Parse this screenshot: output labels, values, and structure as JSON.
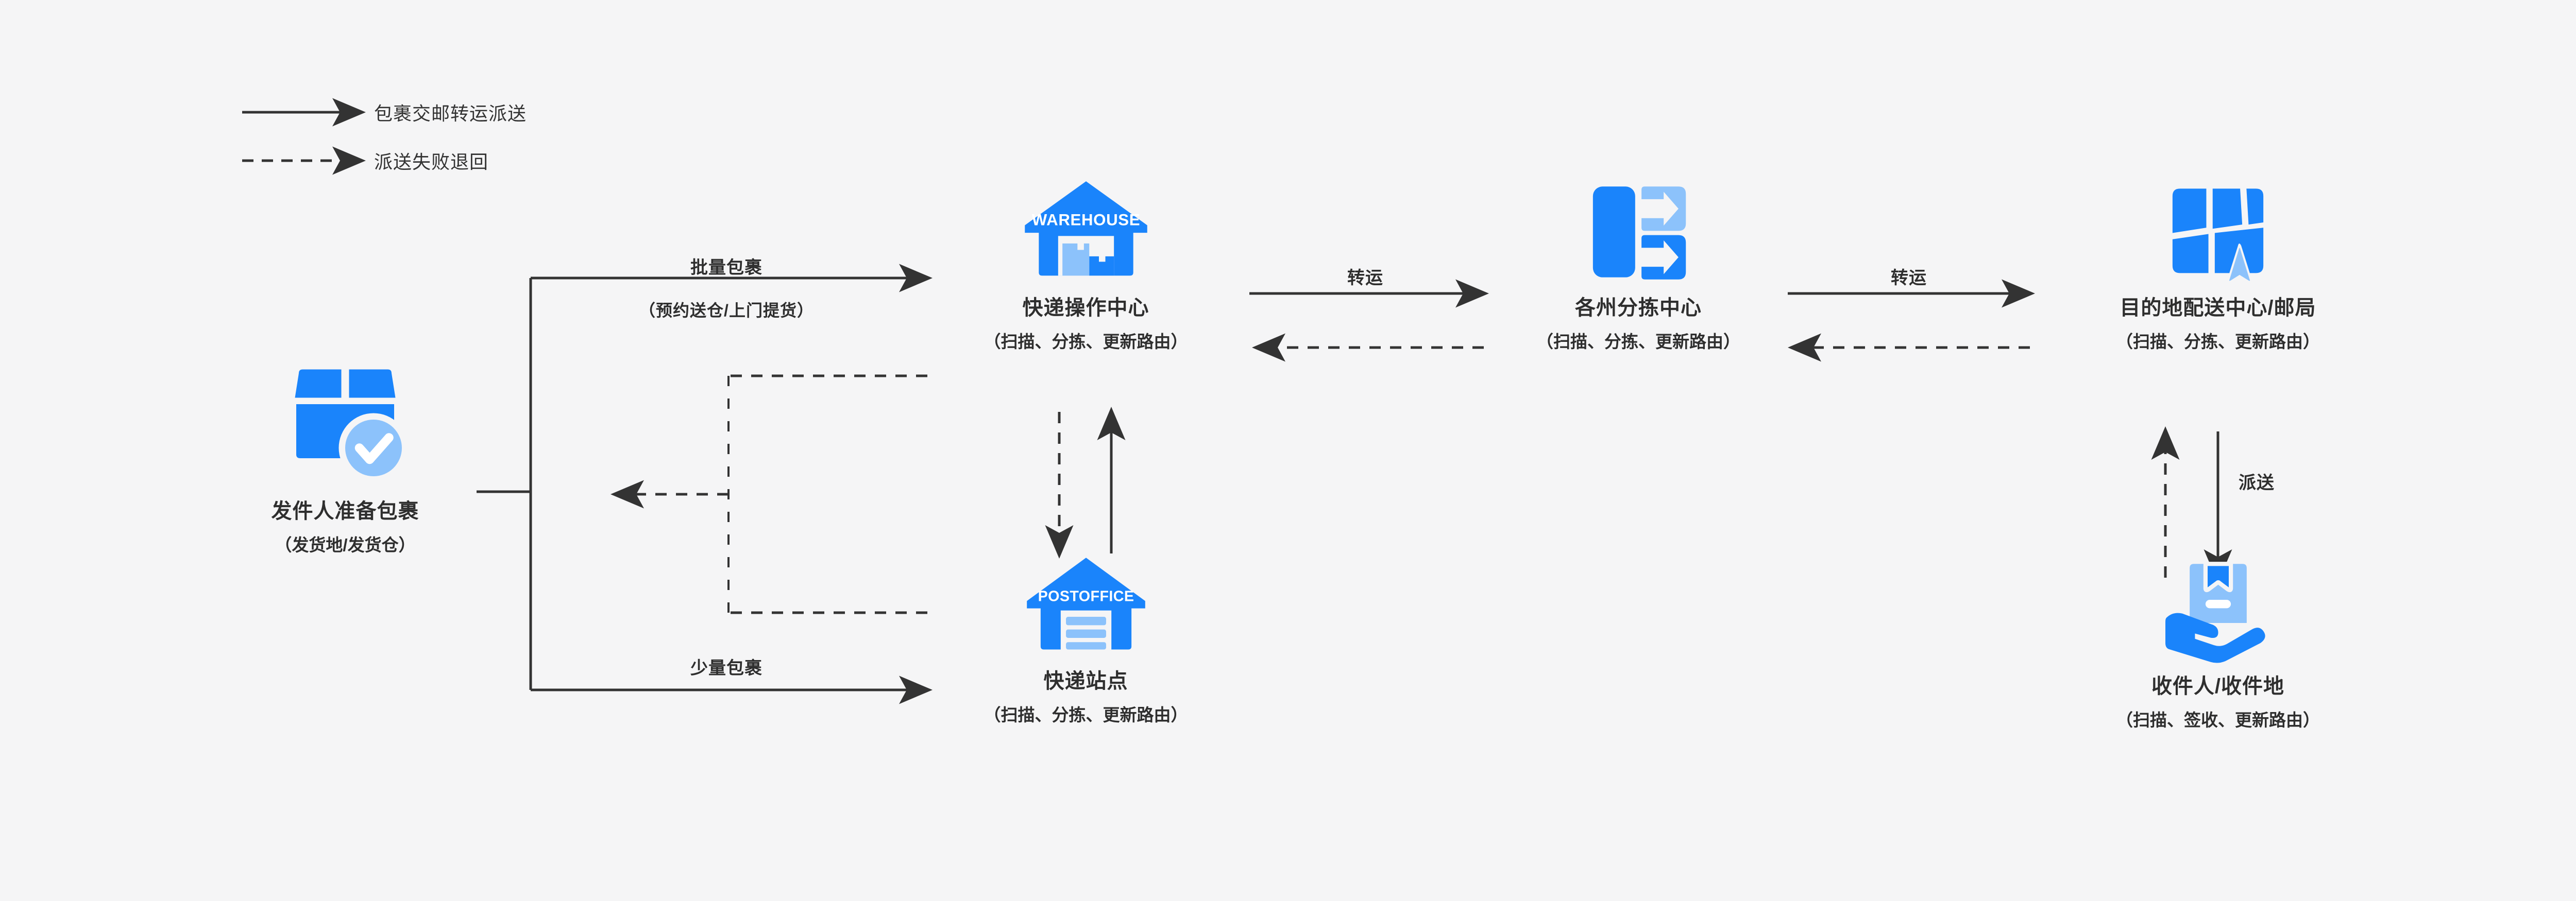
{
  "meta": {
    "background_color": "#f5f5f6",
    "line_color": "#333333",
    "brand_blue": "#1a84fb",
    "brand_blue_light": "#8cc2fb"
  },
  "legend": {
    "items": [
      {
        "style": "solid",
        "label": "包裹交邮转运派送",
        "icon": "arrow-right-solid-icon"
      },
      {
        "style": "dashed",
        "label": "派送失败退回",
        "icon": "arrow-right-dashed-icon"
      }
    ]
  },
  "nodes": [
    {
      "id": "sender",
      "icon": "package-check-icon",
      "title": "发件人准备包裹",
      "subtitle": "（发货地/发货仓）"
    },
    {
      "id": "operations-center",
      "icon": "warehouse-icon",
      "icon_text": "WAREHOUSE",
      "title": "快递操作中心",
      "subtitle": "（扫描、分拣、更新路由）"
    },
    {
      "id": "courier-station",
      "icon": "post-office-icon",
      "icon_text": "POSTOFFICE",
      "title": "快递站点",
      "subtitle": "（扫描、分拣、更新路由）"
    },
    {
      "id": "state-sorting-center",
      "icon": "sorting-transfer-icon",
      "title": "各州分拣中心",
      "subtitle": "（扫描、分拣、更新路由）"
    },
    {
      "id": "destination-center",
      "icon": "map-navigation-icon",
      "title": "目的地配送中心/邮局",
      "subtitle": "（扫描、分拣、更新路由）"
    },
    {
      "id": "recipient",
      "icon": "hand-package-icon",
      "title": "收件人/收件地",
      "subtitle": "（扫描、签收、更新路由）"
    }
  ],
  "edges": [
    {
      "id": "bulk",
      "label": "批量包裹",
      "sublabel": "（预约送仓/上门提货）",
      "style": "solid",
      "from": "sender",
      "to": "operations-center"
    },
    {
      "id": "small",
      "label": "少量包裹",
      "sublabel": "",
      "style": "solid",
      "from": "sender",
      "to": "courier-station"
    },
    {
      "id": "transfer-1",
      "label": "转运",
      "sublabel": "",
      "style": "solid",
      "from": "operations-center",
      "to": "state-sorting-center"
    },
    {
      "id": "transfer-2",
      "label": "转运",
      "sublabel": "",
      "style": "solid",
      "from": "state-sorting-center",
      "to": "destination-center"
    },
    {
      "id": "delivery",
      "label": "派送",
      "sublabel": "",
      "style": "solid",
      "from": "destination-center",
      "to": "recipient"
    },
    {
      "id": "return-1",
      "label": "",
      "sublabel": "",
      "style": "dashed",
      "from": "recipient",
      "to": "destination-center"
    },
    {
      "id": "return-2",
      "label": "",
      "sublabel": "",
      "style": "dashed",
      "from": "destination-center",
      "to": "state-sorting-center"
    },
    {
      "id": "return-3",
      "label": "",
      "sublabel": "",
      "style": "dashed",
      "from": "state-sorting-center",
      "to": "operations-center"
    },
    {
      "id": "return-4",
      "label": "",
      "sublabel": "",
      "style": "dashed",
      "from": "operations-center",
      "to": "courier-station"
    },
    {
      "id": "pickup-back",
      "label": "",
      "sublabel": "",
      "style": "solid",
      "from": "courier-station",
      "to": "operations-center"
    },
    {
      "id": "return-5",
      "label": "",
      "sublabel": "",
      "style": "dashed",
      "from": "courier-station",
      "to": "sender"
    }
  ]
}
